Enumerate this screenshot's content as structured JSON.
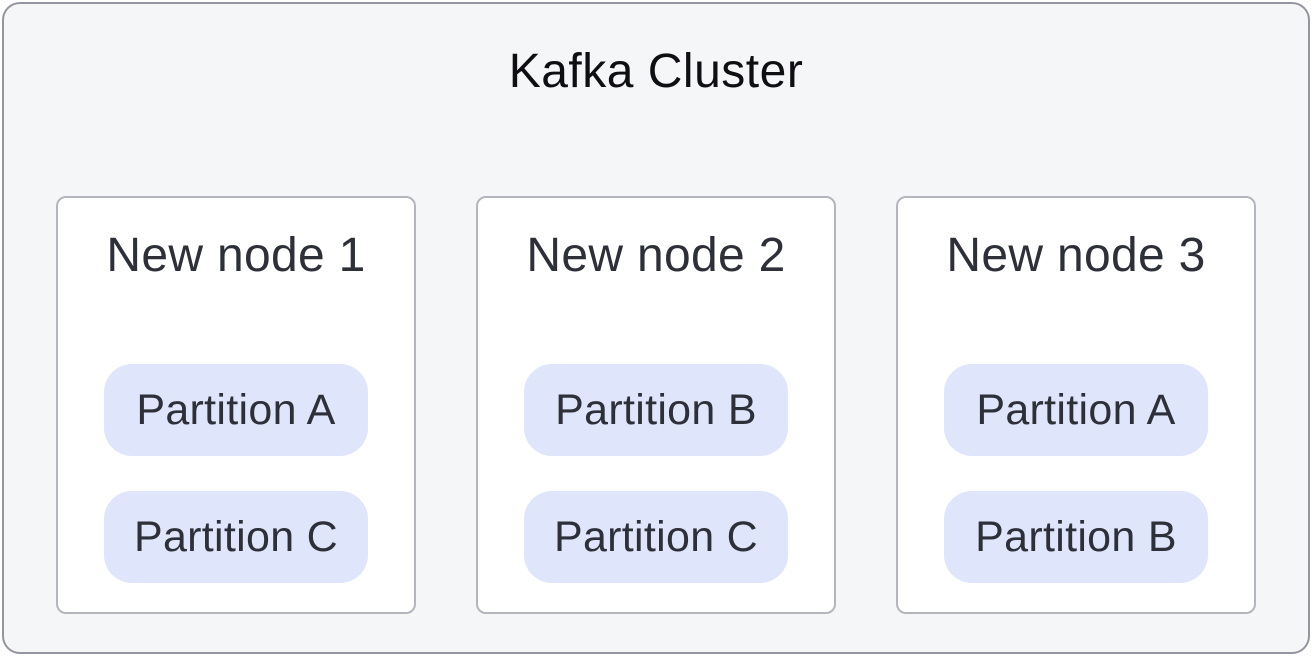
{
  "diagram": {
    "title": "Kafka Cluster",
    "nodes": [
      {
        "label": "New node 1",
        "partitions": [
          "Partition A",
          "Partition C"
        ]
      },
      {
        "label": "New node 2",
        "partitions": [
          "Partition B",
          "Partition C"
        ]
      },
      {
        "label": "New node 3",
        "partitions": [
          "Partition A",
          "Partition B"
        ]
      }
    ],
    "colors": {
      "frame_bg": "#f5f6f8",
      "frame_border": "#95959f",
      "node_bg": "#ffffff",
      "node_border": "#b5b5bd",
      "partition_bg": "#dfe5fb",
      "title_color": "#0f0f13",
      "node_text": "#2e3039"
    }
  }
}
